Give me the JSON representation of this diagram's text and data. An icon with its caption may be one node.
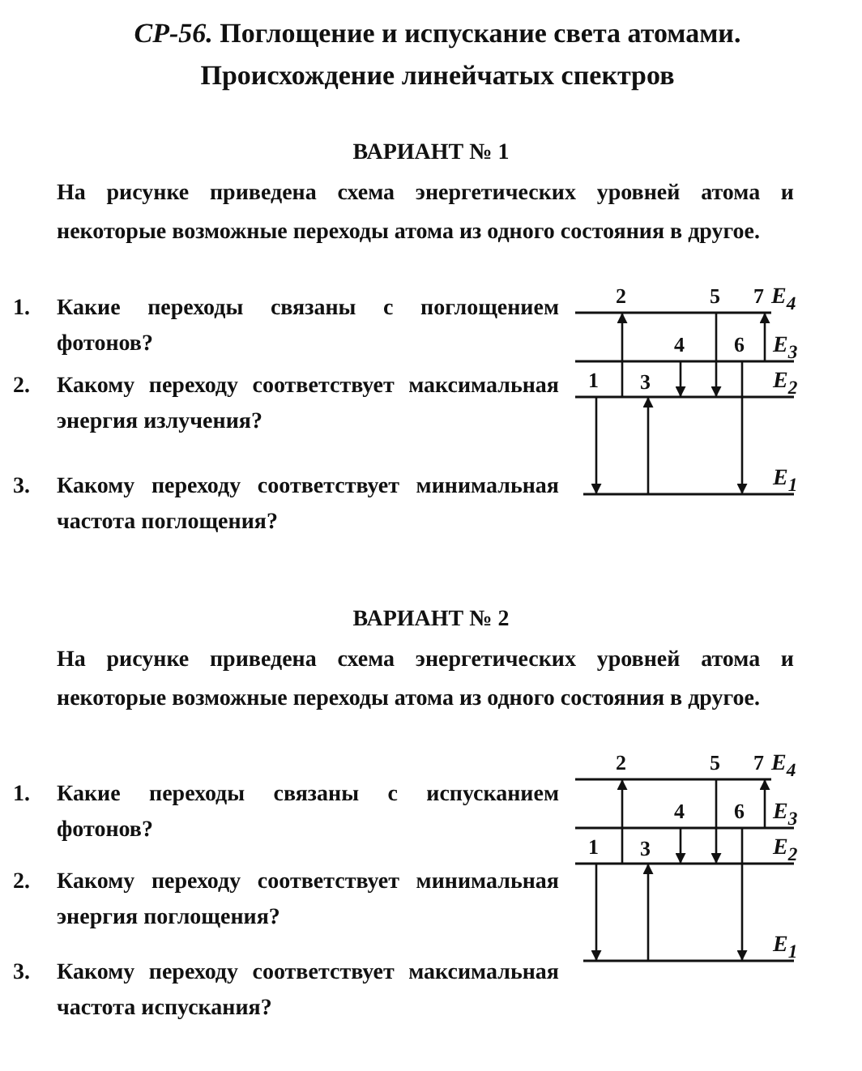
{
  "diagram": {
    "title": "*СР-56.* Поглощение и испускание света атомами. Происхождение линейчатых спектров",
    "labels": [
      "ВАРИАНТ № 1",
      "На рисунке приведена схема энергетических уровней атома и некоторые возможные переходы атома из одного состояния в другое.",
      "1.",
      "Какие переходы связаны с поглощением фотонов?",
      "2.",
      "Какому переходу соответствует максимальная энергия излучения?",
      "3.",
      "Какому переходу соответствует минимальная частота поглощения?",
      "2",
      "5",
      "7",
      "E$_{4}$",
      "4",
      "6",
      "E$_{3}$",
      "1",
      "3",
      "E$_{2}$",
      "E$_{1}$",
      "ВАРИАНТ № 2",
      "На рисунке приведена схема энергетических уровней атома и некоторые возможные переходы атома из одного состояния в другое.",
      "1.",
      "Какие переходы связаны с испусканием фотонов?",
      "2.",
      "Какому переходу соответствует минимальная энергия поглощения?",
      "3.",
      "Какому переходу соответствует максимальная частота испускания?",
      "2",
      "5",
      "7",
      "E$_{4}$",
      "4",
      "6",
      "E$_{3}$",
      "1",
      "3",
      "E$_{2}$",
      "E$_{1}$"
    ]
  }
}
